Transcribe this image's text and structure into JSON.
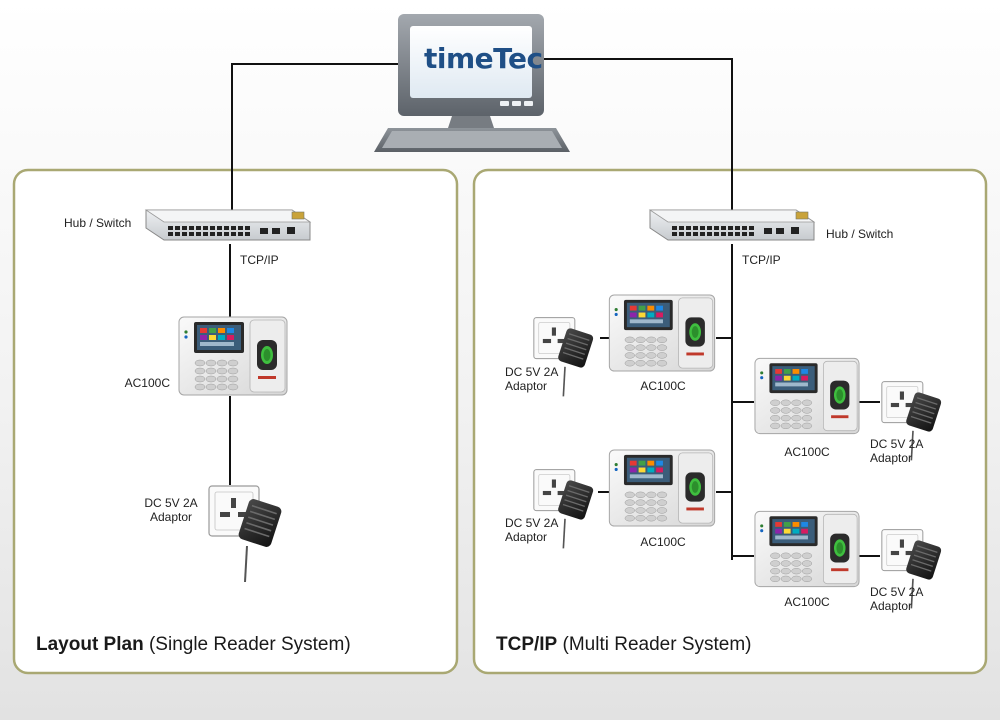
{
  "computer": {
    "logo": "timeTec"
  },
  "left_panel": {
    "title_bold": "Layout Plan",
    "title_rest": " (Single Reader System)",
    "switch_label": "Hub / Switch",
    "link_label": "TCP/IP",
    "reader_label": "AC100C",
    "adaptor_line1": "DC 5V 2A",
    "adaptor_line2": "Adaptor"
  },
  "right_panel": {
    "title_bold": "TCP/IP",
    "title_rest": " (Multi Reader System)",
    "switch_label": "Hub / Switch",
    "link_label": "TCP/IP",
    "readers": [
      {
        "label": "AC100C",
        "adaptor_line1": "DC 5V 2A",
        "adaptor_line2": "Adaptor"
      },
      {
        "label": "AC100C",
        "adaptor_line1": "DC 5V 2A",
        "adaptor_line2": "Adaptor"
      },
      {
        "label": "AC100C",
        "adaptor_line1": "DC 5V 2A",
        "adaptor_line2": "Adaptor"
      },
      {
        "label": "AC100C",
        "adaptor_line1": "DC 5V 2A",
        "adaptor_line2": "Adaptor"
      }
    ]
  },
  "colors": {
    "panel_border": "#a9a873",
    "cable": "#111111",
    "screen": "#1f4f86"
  }
}
